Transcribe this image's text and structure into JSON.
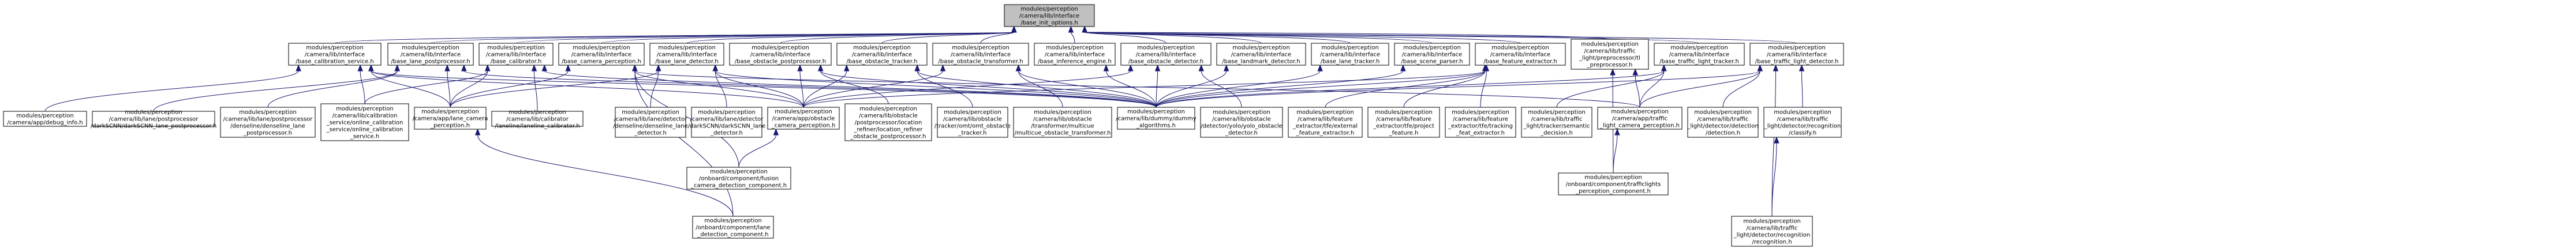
{
  "graph": {
    "nodes": [
      {
        "id": "root",
        "lines": [
          "modules/perception",
          "/camera/lib/interface",
          "/base_init_options.h"
        ],
        "root": true
      },
      {
        "id": "calib_svc",
        "lines": [
          "modules/perception",
          "/camera/lib/interface",
          "/base_calibration_service.h"
        ]
      },
      {
        "id": "lane_pp",
        "lines": [
          "modules/perception",
          "/camera/lib/interface",
          "/base_lane_postprocessor.h"
        ]
      },
      {
        "id": "calibrator",
        "lines": [
          "modules/perception",
          "/camera/lib/interface",
          "/base_calibrator.h"
        ]
      },
      {
        "id": "cam_perc",
        "lines": [
          "modules/perception",
          "/camera/lib/interface",
          "/base_camera_perception.h"
        ]
      },
      {
        "id": "lane_det",
        "lines": [
          "modules/perception",
          "/camera/lib/interface",
          "/base_lane_detector.h"
        ]
      },
      {
        "id": "obs_pp",
        "lines": [
          "modules/perception",
          "/camera/lib/interface",
          "/base_obstacle_postprocessor.h"
        ]
      },
      {
        "id": "obs_trk",
        "lines": [
          "modules/perception",
          "/camera/lib/interface",
          "/base_obstacle_tracker.h"
        ]
      },
      {
        "id": "obs_tf",
        "lines": [
          "modules/perception",
          "/camera/lib/interface",
          "/base_obstacle_transformer.h"
        ]
      },
      {
        "id": "inf_eng",
        "lines": [
          "modules/perception",
          "/camera/lib/interface",
          "/base_inference_engine.h"
        ]
      },
      {
        "id": "obs_det",
        "lines": [
          "modules/perception",
          "/camera/lib/interface",
          "/base_obstacle_detector.h"
        ]
      },
      {
        "id": "lmk_det",
        "lines": [
          "modules/perception",
          "/camera/lib/interface",
          "/base_landmark_detector.h"
        ]
      },
      {
        "id": "lane_trk",
        "lines": [
          "modules/perception",
          "/camera/lib/interface",
          "/base_lane_tracker.h"
        ]
      },
      {
        "id": "scene_parser",
        "lines": [
          "modules/perception",
          "/camera/lib/interface",
          "/base_scene_parser.h"
        ]
      },
      {
        "id": "feat_ext",
        "lines": [
          "modules/perception",
          "/camera/lib/interface",
          "/base_feature_extractor.h"
        ]
      },
      {
        "id": "tl_preproc",
        "lines": [
          "modules/perception",
          "/camera/lib/traffic",
          "_light/preprocessor/tl",
          "_preprocessor.h"
        ]
      },
      {
        "id": "tl_tracker",
        "lines": [
          "modules/perception",
          "/camera/lib/interface",
          "/base_traffic_light_tracker.h"
        ]
      },
      {
        "id": "tl_detector",
        "lines": [
          "modules/perception",
          "/camera/lib/interface",
          "/base_traffic_light_detector.h"
        ]
      },
      {
        "id": "debug_info",
        "lines": [
          "modules/perception",
          "/camera/app/debug_info.h"
        ]
      },
      {
        "id": "darkscnn_pp",
        "lines": [
          "modules/perception",
          "/camera/lib/lane/postprocessor",
          "/darkSCNN/darkSCNN_lane_postprocessor.h"
        ]
      },
      {
        "id": "denseline_pp",
        "lines": [
          "modules/perception",
          "/camera/lib/lane/postprocessor",
          "/denseline/denseline_lane",
          "_postprocessor.h"
        ]
      },
      {
        "id": "online_calib_svc",
        "lines": [
          "modules/perception",
          "/camera/lib/calibration",
          "_service/online_calibration",
          "_service/online_calibration",
          "_service.h"
        ]
      },
      {
        "id": "lane_cam_perc",
        "lines": [
          "modules/perception",
          "/camera/app/lane_camera",
          "_perception.h"
        ]
      },
      {
        "id": "laneline_calib",
        "lines": [
          "modules/perception",
          "/camera/lib/calibrator",
          "/laneline/laneline_calibrator.h"
        ]
      },
      {
        "id": "denseline_det",
        "lines": [
          "modules/perception",
          "/camera/lib/lane/detector",
          "/denseline/denseline_lane",
          "_detector.h"
        ]
      },
      {
        "id": "darkscnn_det",
        "lines": [
          "modules/perception",
          "/camera/lib/lane/detector",
          "/darkSCNN/darkSCNN_lane",
          "_detector.h"
        ]
      },
      {
        "id": "obs_cam_perc",
        "lines": [
          "modules/perception",
          "/camera/app/obstacle",
          "_camera_perception.h"
        ]
      },
      {
        "id": "loc_refiner",
        "lines": [
          "modules/perception",
          "/camera/lib/obstacle",
          "/postprocessor/location",
          "_refiner/location_refiner",
          "_obstacle_postprocessor.h"
        ]
      },
      {
        "id": "omt_tracker",
        "lines": [
          "modules/perception",
          "/camera/lib/obstacle",
          "/tracker/omt/omt_obstacle",
          "_tracker.h"
        ]
      },
      {
        "id": "multicue",
        "lines": [
          "modules/perception",
          "/camera/lib/obstacle",
          "/transformer/multicue",
          "/multicue_obstacle_transformer.h"
        ]
      },
      {
        "id": "dummy_alg",
        "lines": [
          "modules/perception",
          "/camera/lib/dummy/dummy",
          "_algorithms.h"
        ]
      },
      {
        "id": "yolo_det",
        "lines": [
          "modules/perception",
          "/camera/lib/obstacle",
          "/detector/yolo/yolo_obstacle",
          "_detector.h"
        ]
      },
      {
        "id": "external_feat",
        "lines": [
          "modules/perception",
          "/camera/lib/feature",
          "_extractor/tfe/external",
          "_feature_extractor.h"
        ]
      },
      {
        "id": "project_feat",
        "lines": [
          "modules/perception",
          "/camera/lib/feature",
          "_extractor/tfe/project",
          "_feature.h"
        ]
      },
      {
        "id": "tracking_feat",
        "lines": [
          "modules/perception",
          "/camera/lib/feature",
          "_extractor/tfe/tracking",
          "_feat_extractor.h"
        ]
      },
      {
        "id": "tl_semantic",
        "lines": [
          "modules/perception",
          "/camera/lib/traffic",
          "_light/tracker/semantic",
          "_decision.h"
        ]
      },
      {
        "id": "tl_cam_perc",
        "lines": [
          "modules/perception",
          "/camera/app/traffic",
          "_light_camera_perception.h"
        ]
      },
      {
        "id": "tl_detection",
        "lines": [
          "modules/perception",
          "/camera/lib/traffic",
          "_light/detector/detection",
          "/detection.h"
        ]
      },
      {
        "id": "tl_classify",
        "lines": [
          "modules/perception",
          "/camera/lib/traffic",
          "_light/detector/recognition",
          "/classify.h"
        ]
      },
      {
        "id": "fusion_comp",
        "lines": [
          "modules/perception",
          "/onboard/component/fusion",
          "_camera_detection_component.h"
        ]
      },
      {
        "id": "lane_det_comp",
        "lines": [
          "modules/perception",
          "/onboard/component/lane",
          "_detection_component.h"
        ]
      },
      {
        "id": "trafficlights_comp",
        "lines": [
          "modules/perception",
          "/onboard/component/trafficlights",
          "_perception_component.h"
        ]
      },
      {
        "id": "tl_recognition",
        "lines": [
          "modules/perception",
          "/camera/lib/traffic",
          "_light/detector/recognition",
          "/recognition.h"
        ]
      }
    ]
  }
}
